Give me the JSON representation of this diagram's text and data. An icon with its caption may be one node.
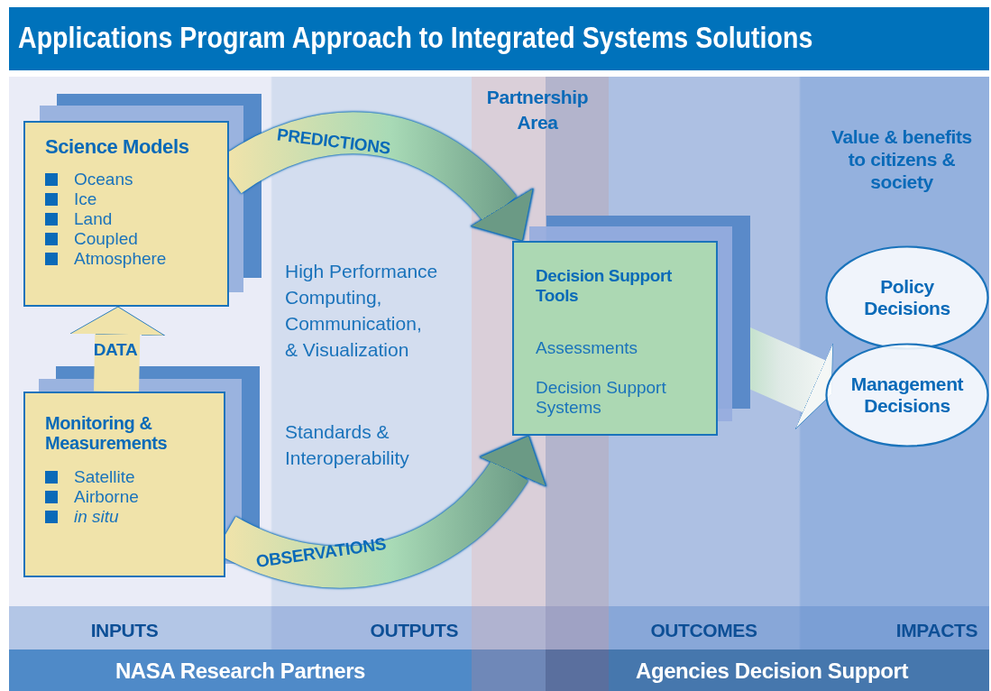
{
  "diagram": {
    "title": "Applications Program Approach to Integrated Systems Solutions",
    "nodes": [
      {
        "text": [
          "Science Models",
          "Oceans",
          "Ice",
          "Land",
          "Coupled",
          "Atmosphere"
        ]
      },
      {
        "text": [
          "Monitoring & Measurements",
          "Satellite",
          "Airborne",
          "in situ"
        ]
      },
      {
        "text": [
          "Decision Support Tools",
          "Assessments",
          "Decision Support Systems"
        ]
      },
      {
        "text": [
          "Policy Decisions"
        ]
      },
      {
        "text": [
          "Management Decisions"
        ]
      }
    ],
    "edges": [
      {
        "from": 1,
        "to": 0,
        "arrow": "to",
        "label": "DATA"
      },
      {
        "from": 0,
        "to": 2,
        "arrow": "to",
        "label": "PREDICTIONS"
      },
      {
        "from": 1,
        "to": 2,
        "arrow": "to",
        "label": "OBSERVATIONS"
      },
      {
        "from": 2,
        "to": 3,
        "arrow": "to"
      },
      {
        "from": 2,
        "to": 4,
        "arrow": "to"
      }
    ],
    "labels": [
      "Partnership Area",
      "Value & benefits to citizens & society",
      "High Performance Computing, Communication, & Visualization",
      "Standards & Interoperability",
      "INPUTS",
      "OUTPUTS",
      "OUTCOMES",
      "IMPACTS",
      "NASA Research Partners",
      "Agencies Decision Support"
    ]
  }
}
